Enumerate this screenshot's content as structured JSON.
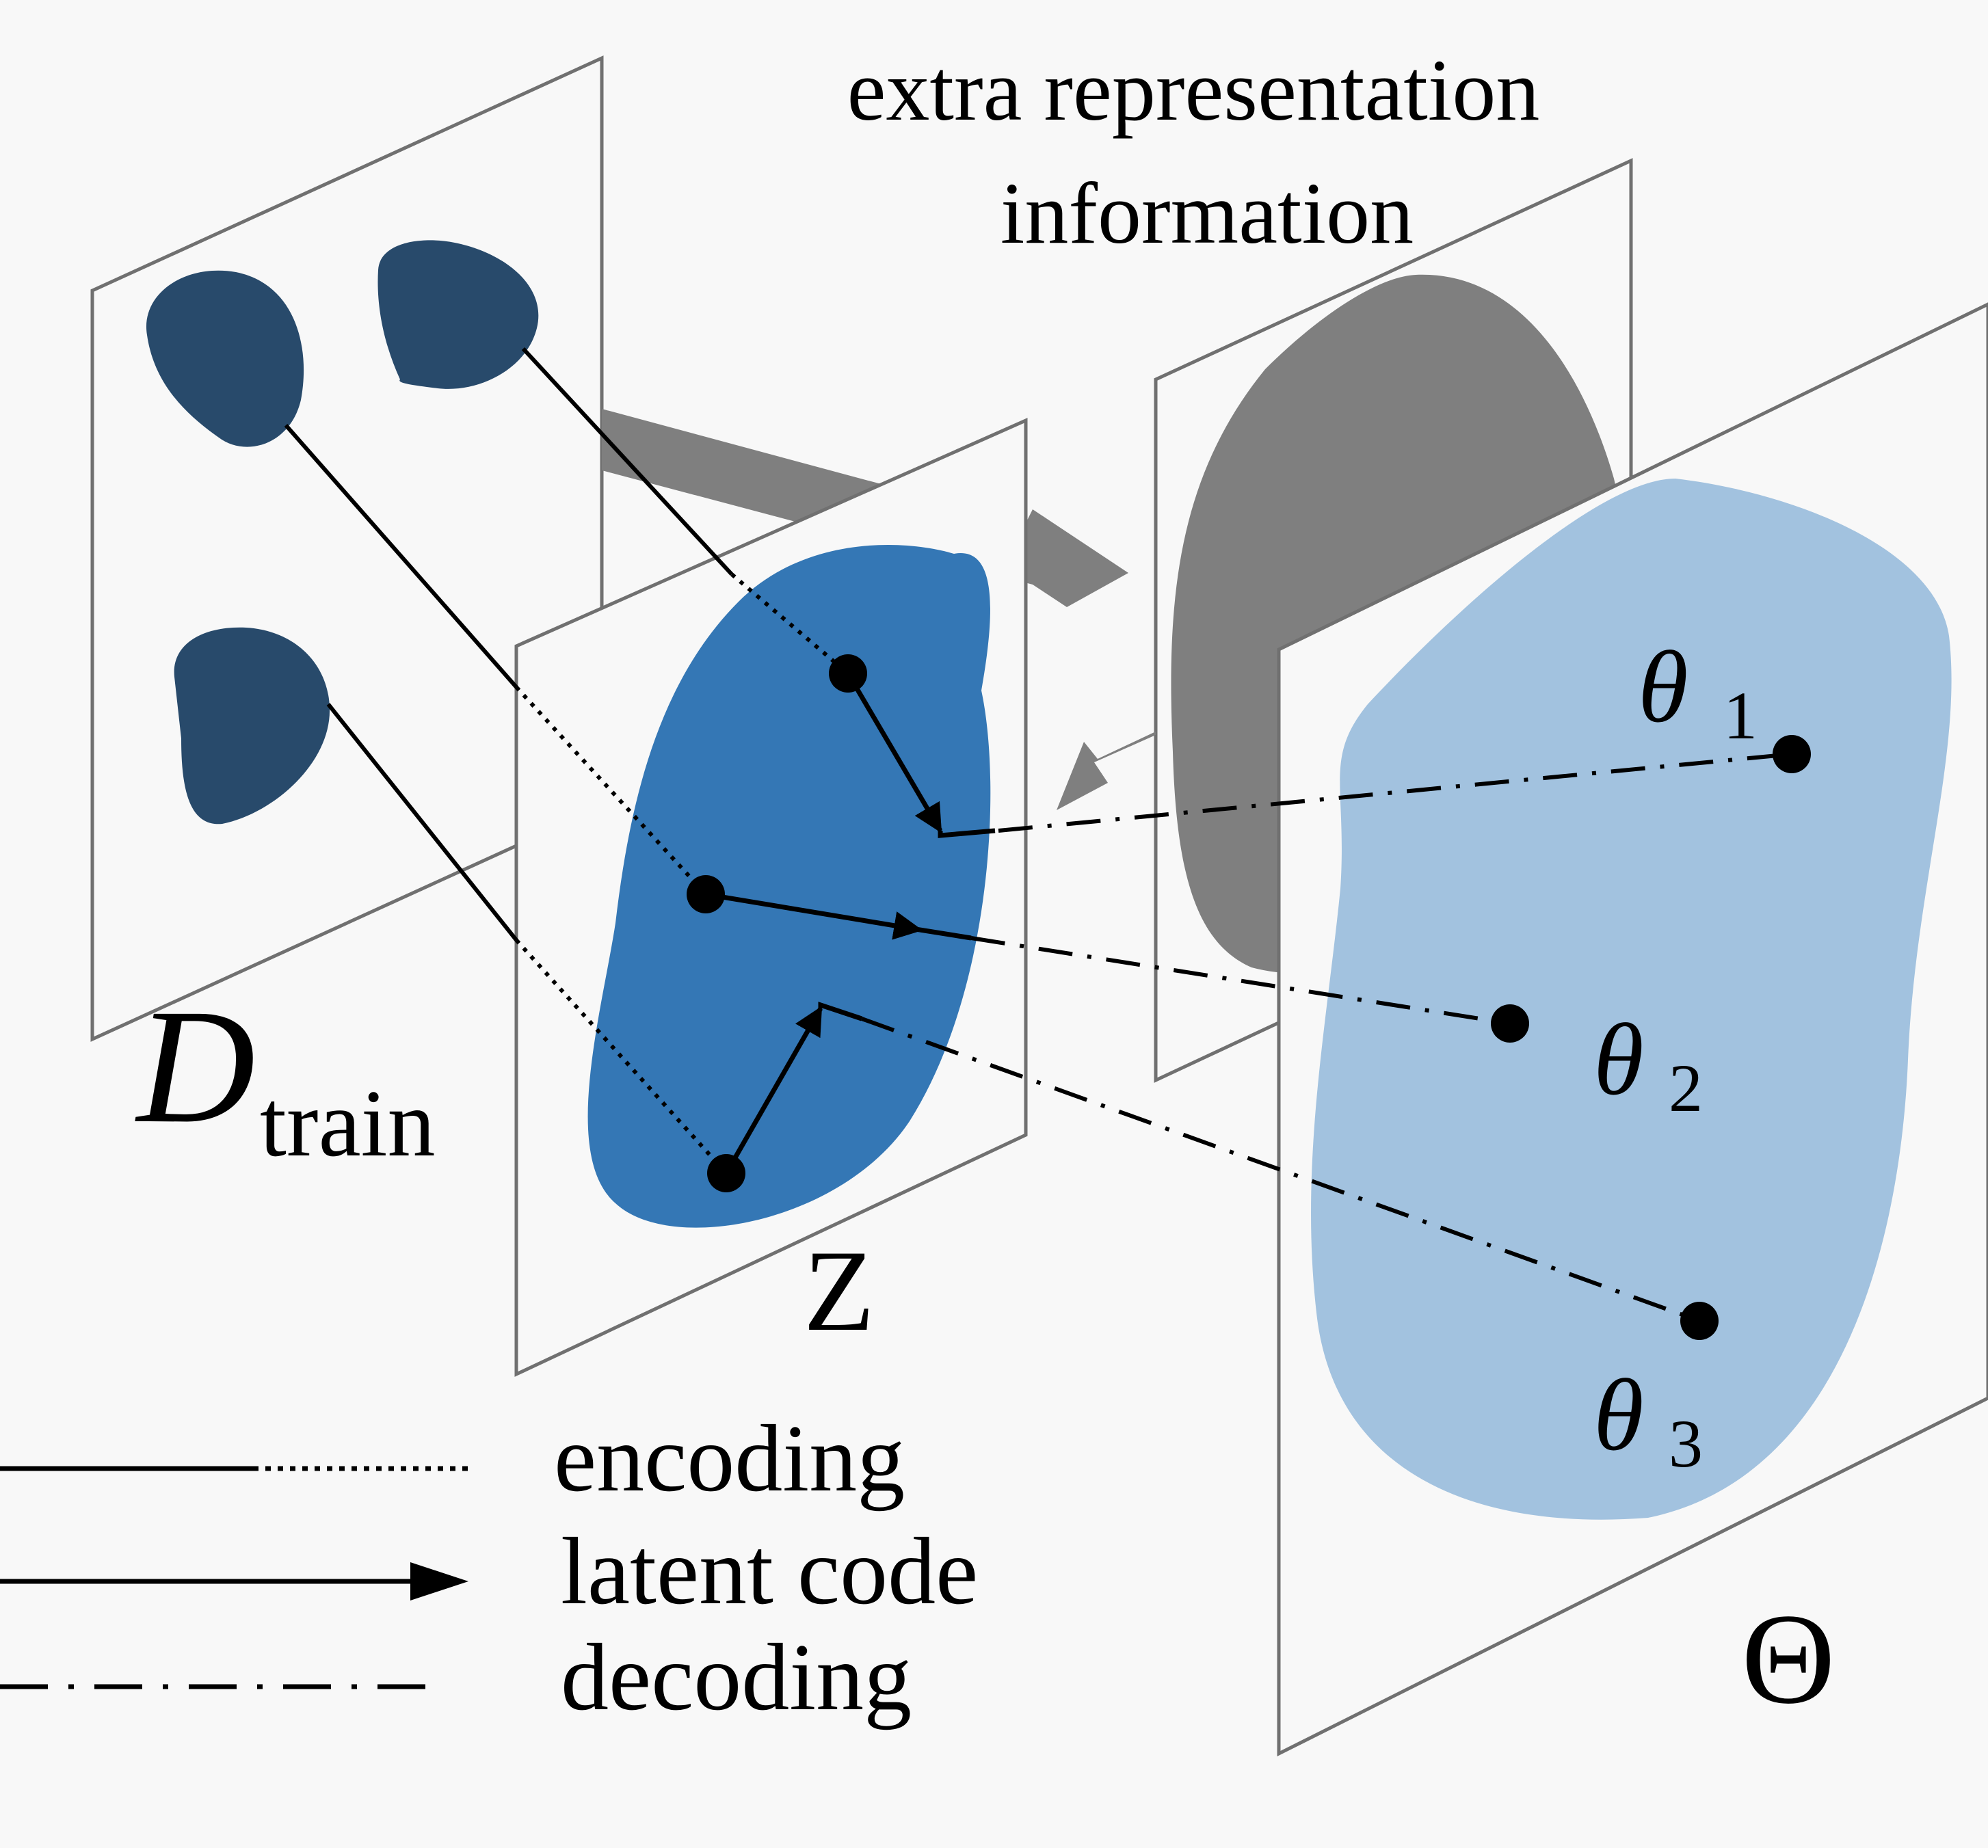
{
  "title": {
    "line1": "extra representation",
    "line2": "information"
  },
  "labels": {
    "d_symbol": "D",
    "d_subscript": "train",
    "z": "Z",
    "theta_space": "Θ",
    "theta": "θ",
    "theta1_sub": "1",
    "theta2_sub": "2",
    "theta3_sub": "3"
  },
  "legend": {
    "encoding": "encoding",
    "latent_code": "latent code",
    "decoding": "decoding"
  },
  "colors": {
    "background": "#f8f8f8",
    "panel_fill": "#f8f8f8",
    "panel_stroke": "#707070",
    "task_blob": "#284a6b",
    "latent_blob": "#3477b5",
    "extra_info_blob": "#7f7f7f",
    "theta_blob": "#a2c2df",
    "ink": "#000000"
  }
}
